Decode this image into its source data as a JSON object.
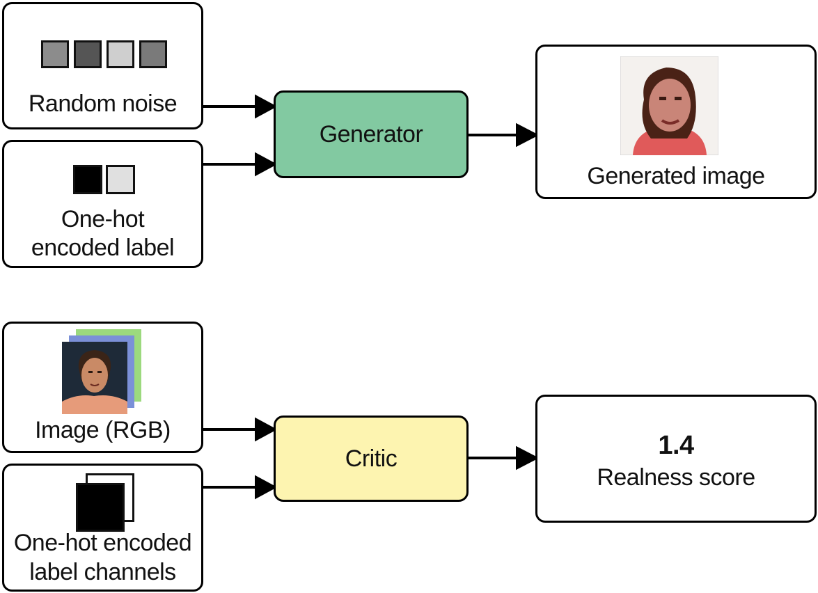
{
  "generator_section": {
    "random_noise_label": "Random noise",
    "onehot_label_line1": "One-hot",
    "onehot_label_line2": "encoded label",
    "generator_label": "Generator",
    "generated_image_label": "Generated image",
    "generator_color": "#82c9a1"
  },
  "critic_section": {
    "image_rgb_label": "Image (RGB)",
    "onehot_channels_line1": "One-hot encoded",
    "onehot_channels_line2": "label channels",
    "critic_label": "Critic",
    "score_value": "1.4",
    "score_label": "Realness score",
    "critic_color": "#fdf4b0"
  },
  "icons": {
    "noise_squares": [
      "noise-square-icon",
      "noise-square-icon",
      "noise-square-icon",
      "noise-square-icon"
    ],
    "noise_colors": [
      "#8c8c8c",
      "#555555",
      "#cfcfcf",
      "#7a7a7a"
    ],
    "onehot_colors": [
      "#000000",
      "#e0e0e0"
    ],
    "generated_face": "generated-face-image",
    "rgb_face": "rgb-face-image",
    "channels": "stacked-channels-icon"
  }
}
